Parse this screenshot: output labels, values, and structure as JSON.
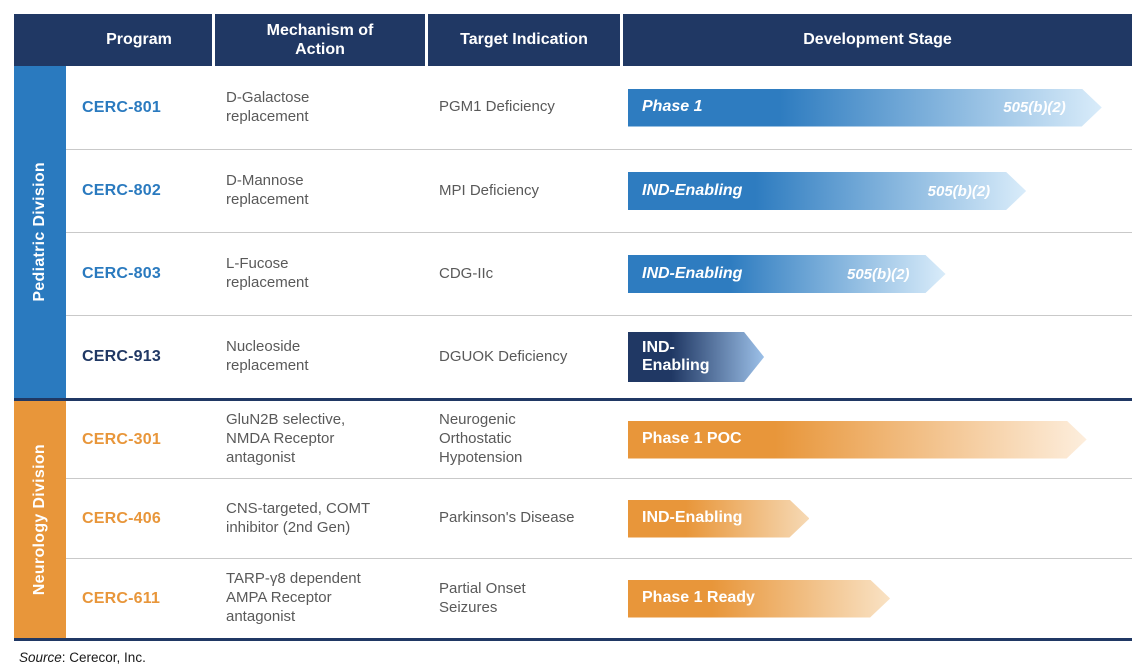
{
  "theme": {
    "header_bg": "#203864",
    "divider": "#203864",
    "row_line": "#c9c9c9",
    "body_text": "#595959"
  },
  "header": {
    "columns": [
      "Program",
      "Mechanism of\nAction",
      "Target Indication",
      "Development Stage"
    ]
  },
  "divisions": [
    {
      "label": "Pediatric Division",
      "color": "#2a7abf"
    },
    {
      "label": "Neurology Division",
      "color": "#e8963a"
    }
  ],
  "rows": [
    {
      "program": "CERC-801",
      "program_color": "#2a7abf",
      "mechanism": "D-Galactose\nreplacement",
      "indication": "PGM1 Deficiency",
      "arrow": {
        "label": "Phase 1",
        "tag": "505(b)(2)",
        "width_pct": 94,
        "color_start": "#2e7cc0",
        "color_end": "#d9ecfa",
        "italic": true
      }
    },
    {
      "program": "CERC-802",
      "program_color": "#2a7abf",
      "mechanism": "D-Mannose\nreplacement",
      "indication": "MPI Deficiency",
      "arrow": {
        "label": "IND-Enabling",
        "tag": "505(b)(2)",
        "width_pct": 79,
        "color_start": "#2e7cc0",
        "color_end": "#d9ecfa",
        "italic": true
      }
    },
    {
      "program": "CERC-803",
      "program_color": "#2a7abf",
      "mechanism": "L-Fucose\nreplacement",
      "indication": "CDG-IIc",
      "arrow": {
        "label": "IND-Enabling",
        "tag": "505(b)(2)",
        "width_pct": 63,
        "color_start": "#2e7cc0",
        "color_end": "#d9ecfa",
        "italic": true
      }
    },
    {
      "program": "CERC-913",
      "program_color": "#203864",
      "mechanism": "Nucleoside\nreplacement",
      "indication": "DGUOK Deficiency",
      "arrow": {
        "label": "IND-\nEnabling",
        "tag": null,
        "width_pct": 27,
        "color_start": "#203864",
        "color_end": "#9cc0e8",
        "italic": false
      }
    },
    {
      "program": "CERC-301",
      "program_color": "#e8963a",
      "mechanism": "GluN2B selective,\nNMDA Receptor\nantagonist",
      "indication": "Neurogenic\nOrthostatic\nHypotension",
      "arrow": {
        "label": "Phase 1 POC",
        "tag": null,
        "width_pct": 91,
        "color_start": "#e8963a",
        "color_end": "#fdeedd",
        "italic": false
      }
    },
    {
      "program": "CERC-406",
      "program_color": "#e8963a",
      "mechanism": "CNS-targeted, COMT\ninhibitor  (2nd Gen)",
      "indication": "Parkinson's Disease",
      "arrow": {
        "label": "IND-Enabling",
        "tag": null,
        "width_pct": 36,
        "color_start": "#e8963a",
        "color_end": "#f6d9b4",
        "italic": false
      }
    },
    {
      "program": "CERC-611",
      "program_color": "#e8963a",
      "mechanism": "TARP-γ8 dependent\nAMPA Receptor\nantagonist",
      "indication": "Partial Onset\nSeizures",
      "arrow": {
        "label": "Phase 1 Ready",
        "tag": null,
        "width_pct": 52,
        "color_start": "#e8963a",
        "color_end": "#f9e2c4",
        "italic": false
      }
    }
  ],
  "footer": {
    "source_label": "Source",
    "source_rest": ": Cerecor, Inc."
  }
}
